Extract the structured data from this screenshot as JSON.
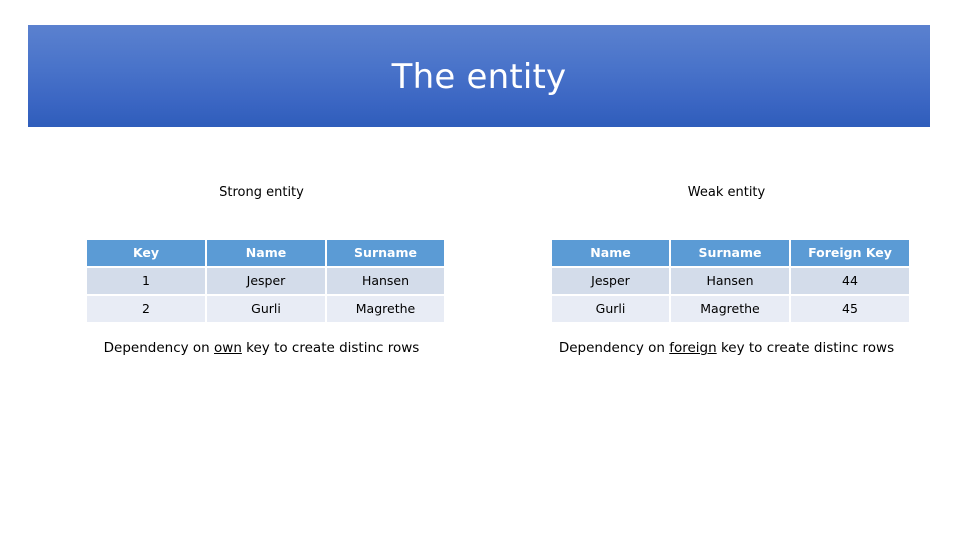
{
  "slide": {
    "title": "The entity",
    "banner_gradient_top": "#5b81cf",
    "banner_gradient_bottom": "#2f5dbb",
    "background_color": "#ffffff"
  },
  "theme": {
    "table_header_bg": "#5b9bd5",
    "table_row_a_bg": "#d3dcea",
    "table_row_b_bg": "#e8ecf5",
    "text_color": "#000000",
    "header_text_color": "#ffffff"
  },
  "panels": [
    {
      "heading": "Strong entity",
      "table": {
        "columns": [
          "Key",
          "Name",
          "Surname"
        ],
        "rows": [
          [
            "1",
            "Jesper",
            "Hansen"
          ],
          [
            "2",
            "Gurli",
            "Magrethe"
          ]
        ]
      },
      "caption": {
        "before": "Dependency on ",
        "emphasis": "own",
        "after": " key to create distinc rows"
      }
    },
    {
      "heading": "Weak entity",
      "table": {
        "columns": [
          "Name",
          "Surname",
          "Foreign Key"
        ],
        "rows": [
          [
            "Jesper",
            "Hansen",
            "44"
          ],
          [
            "Gurli",
            "Magrethe",
            "45"
          ]
        ]
      },
      "caption": {
        "before": "Dependency on ",
        "emphasis": "foreign",
        "after": " key to create distinc rows"
      }
    }
  ]
}
